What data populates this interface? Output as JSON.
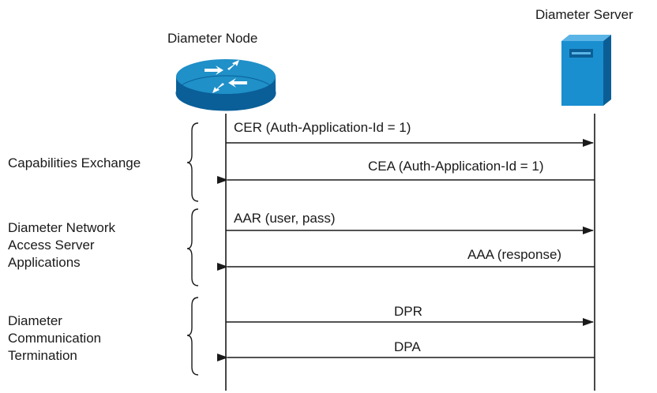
{
  "diagram": {
    "node_label": "Diameter Node",
    "server_label": "Diameter Server",
    "groups": [
      {
        "lines": [
          "Capabilities Exchange"
        ]
      },
      {
        "lines": [
          "Diameter Network",
          "Access Server",
          "Applications"
        ]
      },
      {
        "lines": [
          "Diameter",
          "Communication",
          "Termination"
        ]
      }
    ],
    "messages": [
      {
        "label": "CER (Auth-Application-Id = 1)",
        "direction": "to-server"
      },
      {
        "label": "CEA (Auth-Application-Id = 1)",
        "direction": "to-node"
      },
      {
        "label": "AAR (user, pass)",
        "direction": "to-server"
      },
      {
        "label": "AAA (response)",
        "direction": "to-node"
      },
      {
        "label": "DPR",
        "direction": "to-server"
      },
      {
        "label": "DPA",
        "direction": "to-node"
      }
    ],
    "colors": {
      "router_top": "#1f90c8",
      "router_side": "#0a5f98",
      "server_front": "#1a8fd0",
      "server_side": "#0b5e95",
      "line": "#1a1a1a"
    }
  }
}
